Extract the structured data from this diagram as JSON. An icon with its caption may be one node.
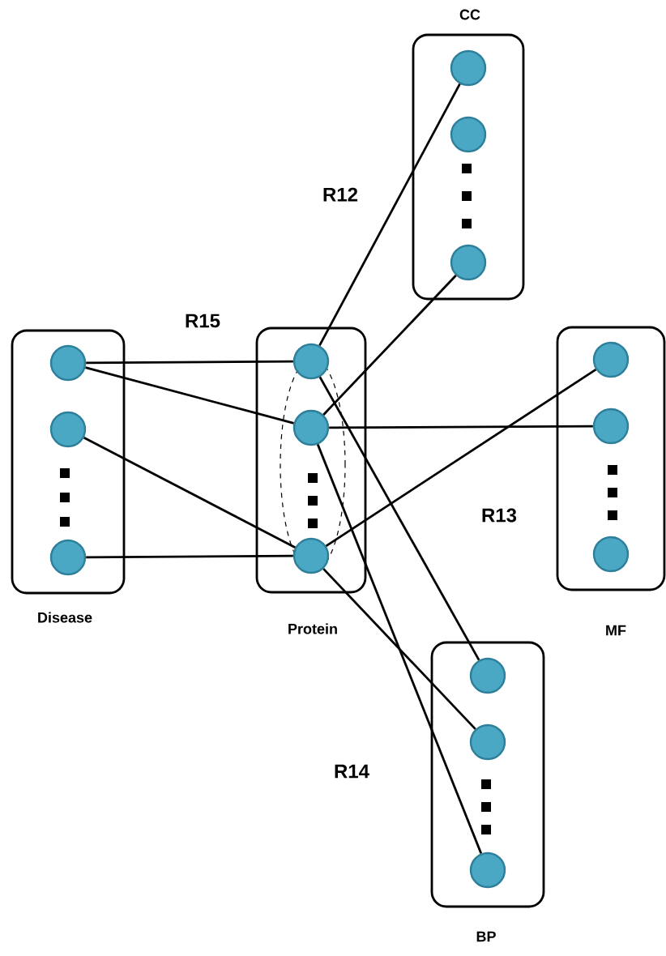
{
  "diagram": {
    "nodes": [
      {
        "text": [
          "CC"
        ]
      },
      {
        "text": [],
        "shape": "circle",
        "in": 0
      },
      {
        "text": [],
        "shape": "circle",
        "in": 0
      },
      {
        "text": [],
        "shape": "circle",
        "in": 0
      },
      {
        "text": [
          "Disease"
        ]
      },
      {
        "text": [],
        "shape": "circle",
        "in": 4
      },
      {
        "text": [],
        "shape": "circle",
        "in": 4
      },
      {
        "text": [],
        "shape": "circle",
        "in": 4
      },
      {
        "text": [
          "Protein"
        ]
      },
      {
        "text": [],
        "shape": "circle",
        "in": 8
      },
      {
        "text": [],
        "shape": "circle",
        "in": 8
      },
      {
        "text": [],
        "shape": "circle",
        "in": 8
      },
      {
        "text": [
          "MF"
        ]
      },
      {
        "text": [],
        "shape": "circle",
        "in": 12
      },
      {
        "text": [],
        "shape": "circle",
        "in": 12
      },
      {
        "text": [],
        "shape": "circle",
        "in": 12
      },
      {
        "text": [
          "BP"
        ]
      },
      {
        "text": [],
        "shape": "circle",
        "in": 16
      },
      {
        "text": [],
        "shape": "circle",
        "in": 16
      },
      {
        "text": [],
        "shape": "circle",
        "in": 16
      }
    ],
    "edges": [
      {
        "from": 5,
        "to": 9,
        "arrow": "none"
      },
      {
        "from": 5,
        "to": 10,
        "arrow": "none"
      },
      {
        "from": 6,
        "to": 11,
        "arrow": "none"
      },
      {
        "from": 7,
        "to": 11,
        "arrow": "none"
      },
      {
        "from": 9,
        "to": 1,
        "arrow": "none"
      },
      {
        "from": 10,
        "to": 3,
        "arrow": "none"
      },
      {
        "from": 10,
        "to": 14,
        "arrow": "none"
      },
      {
        "from": 11,
        "to": 13,
        "arrow": "none"
      },
      {
        "from": 9,
        "to": 17,
        "arrow": "none"
      },
      {
        "from": 11,
        "to": 18,
        "arrow": "none"
      },
      {
        "from": 10,
        "to": 19,
        "arrow": "none"
      }
    ],
    "labels": [
      "R12",
      "R15",
      "R13",
      "R14"
    ]
  }
}
